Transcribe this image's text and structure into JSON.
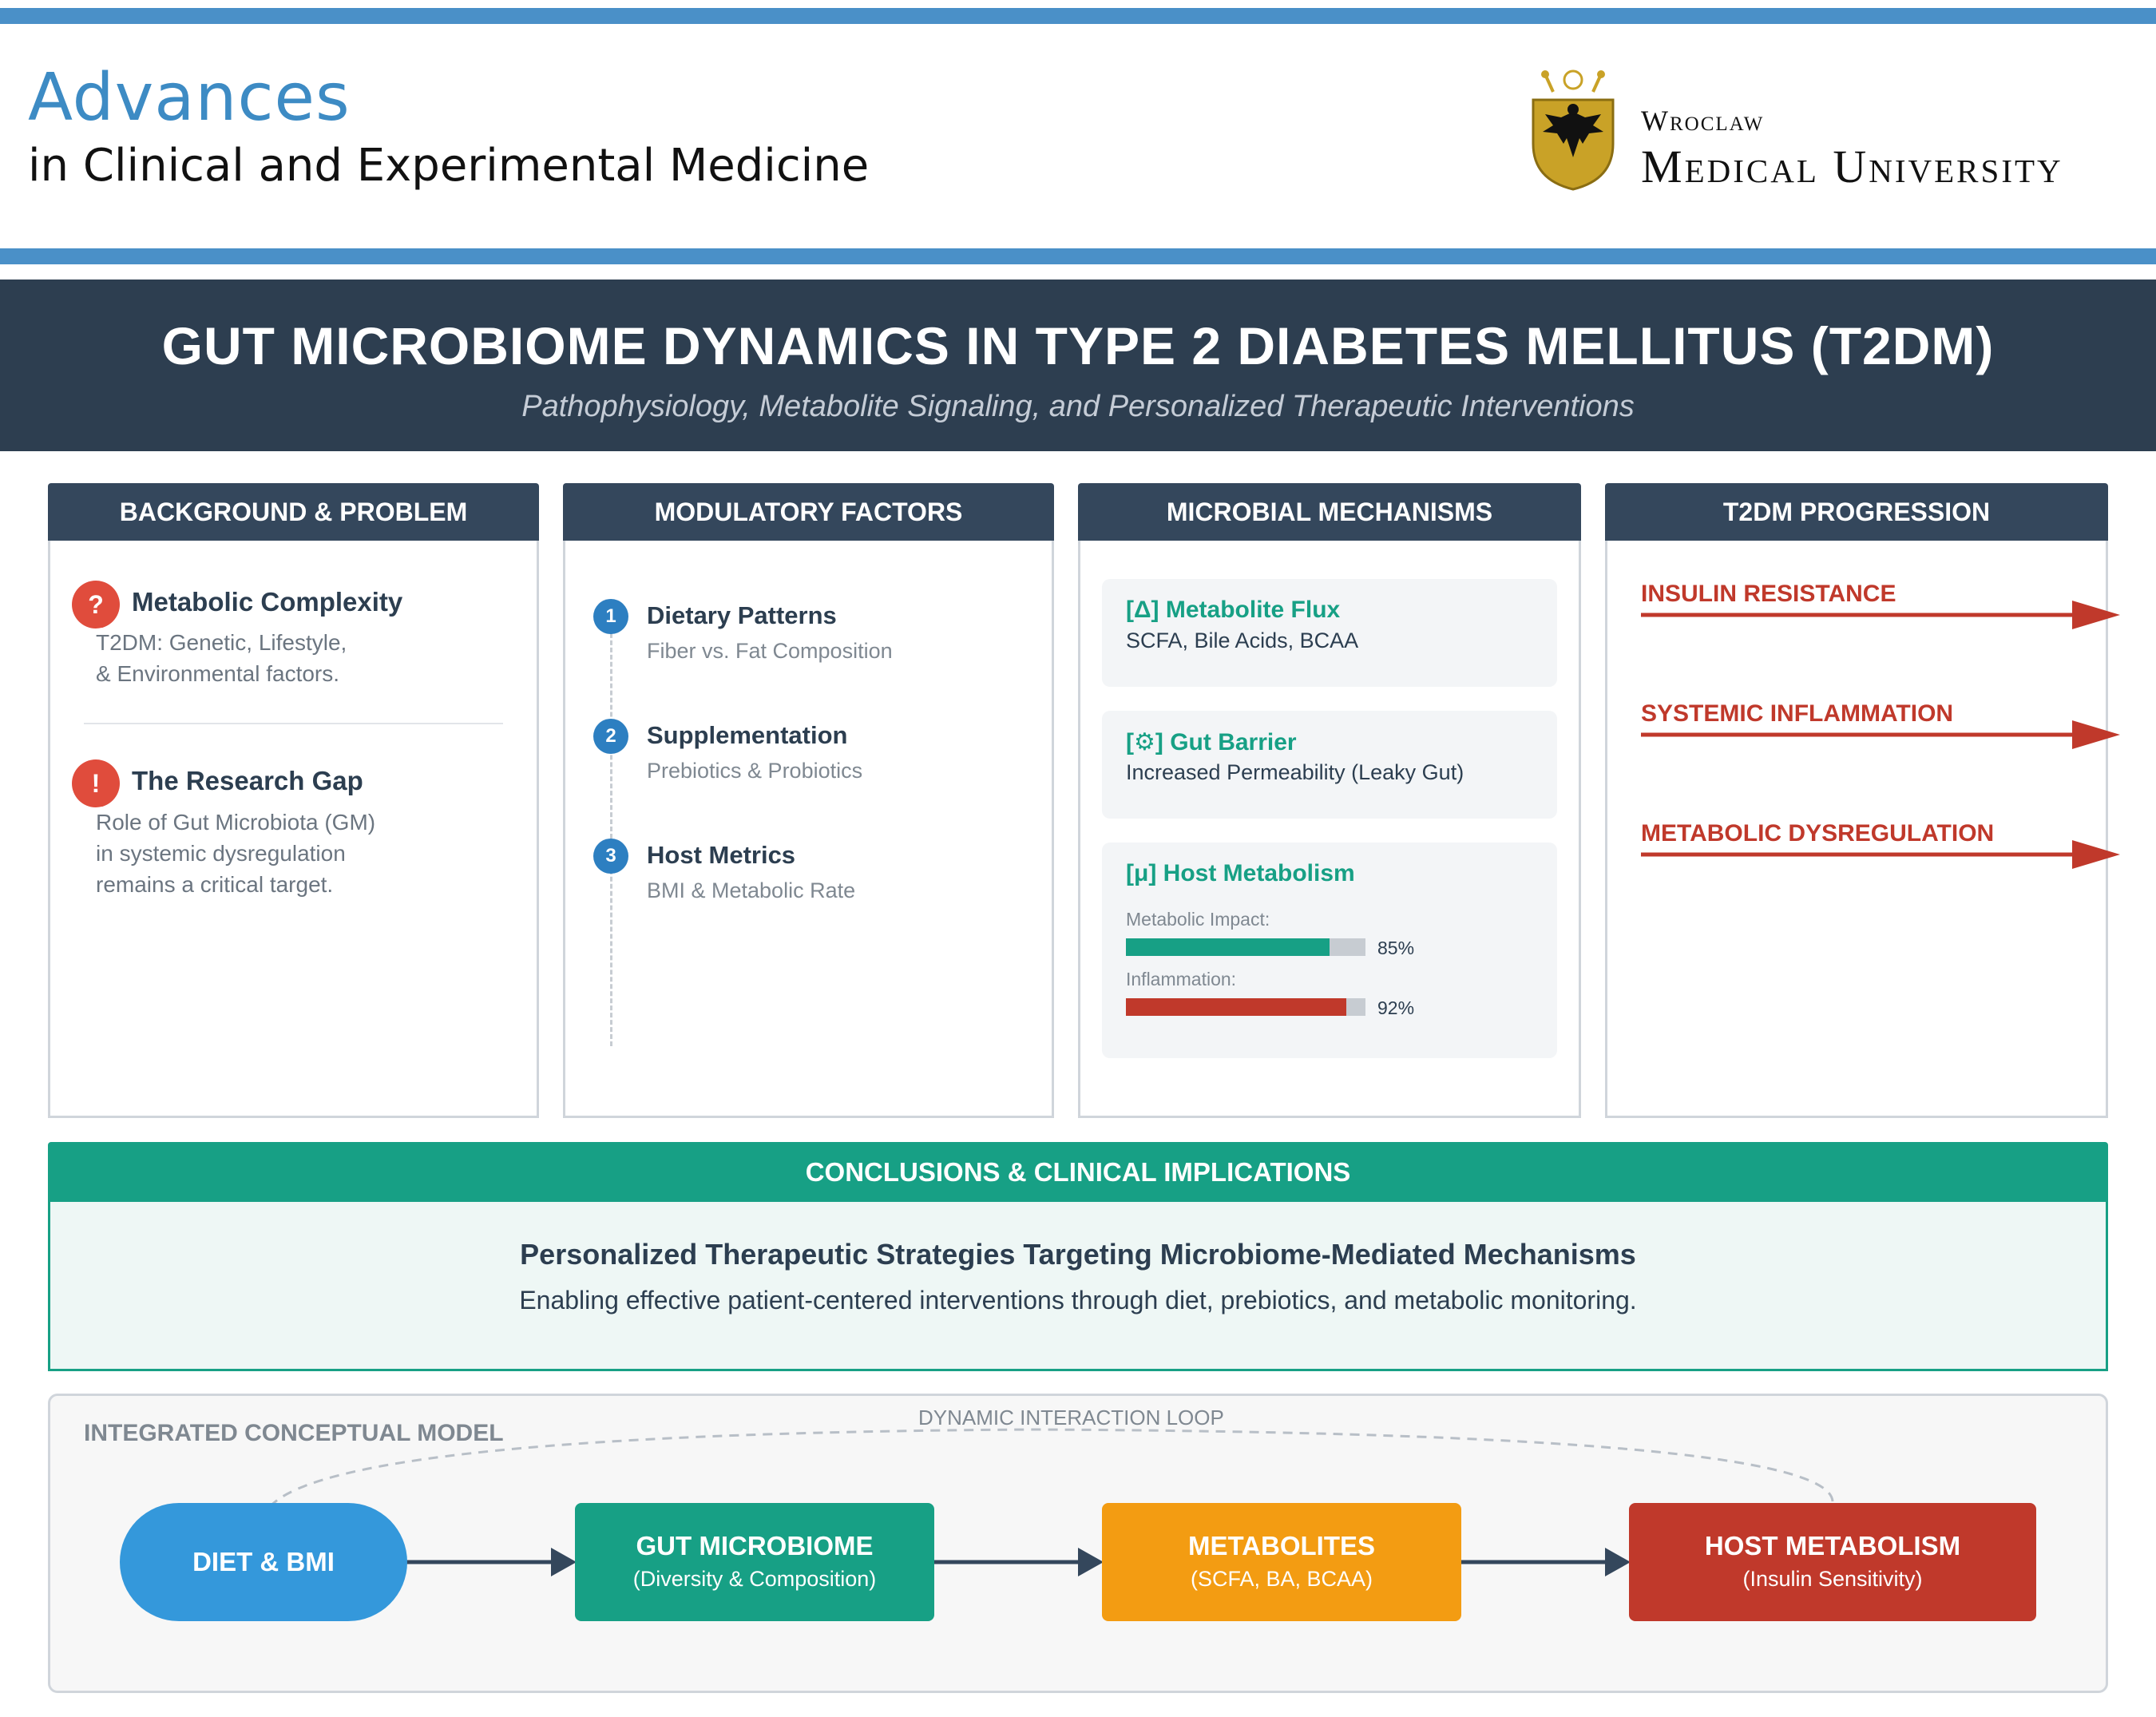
{
  "journal": {
    "line1": "Advances",
    "line2": "in Clinical and Experimental Medicine"
  },
  "university": {
    "line1": "Wroclaw",
    "line2": "Medical University"
  },
  "poster": {
    "title": "GUT MICROBIOME DYNAMICS IN TYPE 2 DIABETES MELLITUS (T2DM)",
    "subtitle": "Pathophysiology, Metabolite Signaling, and Personalized Therapeutic Interventions"
  },
  "columns": {
    "background": {
      "header": "BACKGROUND & PROBLEM",
      "items": [
        {
          "badge": "?",
          "title": "Metabolic Complexity",
          "lines": [
            "T2DM: Genetic, Lifestyle,",
            "& Environmental factors."
          ]
        },
        {
          "badge": "!",
          "title": "The Research Gap",
          "lines": [
            "Role of Gut Microbiota (GM)",
            "in systemic dysregulation",
            "remains a critical target."
          ]
        }
      ]
    },
    "modulatory": {
      "header": "MODULATORY FACTORS",
      "items": [
        {
          "num": "1",
          "title": "Dietary Patterns",
          "sub": "Fiber vs. Fat Composition"
        },
        {
          "num": "2",
          "title": "Supplementation",
          "sub": "Prebiotics & Probiotics"
        },
        {
          "num": "3",
          "title": "Host Metrics",
          "sub": "BMI & Metabolic Rate"
        }
      ]
    },
    "mechanisms": {
      "header": "MICROBIAL MECHANISMS",
      "items": [
        {
          "title": "[Δ] Metabolite Flux",
          "sub": "SCFA, Bile Acids, BCAA"
        },
        {
          "title": "[⚙] Gut Barrier",
          "sub": "Increased Permeability (Leaky Gut)"
        },
        {
          "title": "[μ] Host Metabolism"
        }
      ],
      "bars": [
        {
          "label": "Metabolic Impact:",
          "value": 85,
          "pct": "85%",
          "color": "#17a085"
        },
        {
          "label": "Inflammation:",
          "value": 92,
          "pct": "92%",
          "color": "#c0392b"
        }
      ]
    },
    "progression": {
      "header": "T2DM PROGRESSION",
      "items": [
        "INSULIN RESISTANCE",
        "SYSTEMIC INFLAMMATION",
        "METABOLIC DYSREGULATION"
      ],
      "color": "#c0392b"
    }
  },
  "conclusions": {
    "header": "CONCLUSIONS & CLINICAL IMPLICATIONS",
    "title": "Personalized Therapeutic Strategies Targeting Microbiome-Mediated Mechanisms",
    "text": "Enabling effective patient-centered interventions through diet, prebiotics, and metabolic monitoring."
  },
  "model": {
    "title": "INTEGRATED CONCEPTUAL MODEL",
    "loop_label": "DYNAMIC INTERACTION LOOP",
    "nodes": [
      {
        "title": "DIET & BMI",
        "sub": "",
        "color": "#3498db"
      },
      {
        "title": "GUT MICROBIOME",
        "sub": "(Diversity & Composition)",
        "color": "#17a085"
      },
      {
        "title": "METABOLITES",
        "sub": "(SCFA, BA, BCAA)",
        "color": "#f39c12"
      },
      {
        "title": "HOST METABOLISM",
        "sub": "(Insulin Sensitivity)",
        "color": "#c0392b"
      }
    ]
  }
}
